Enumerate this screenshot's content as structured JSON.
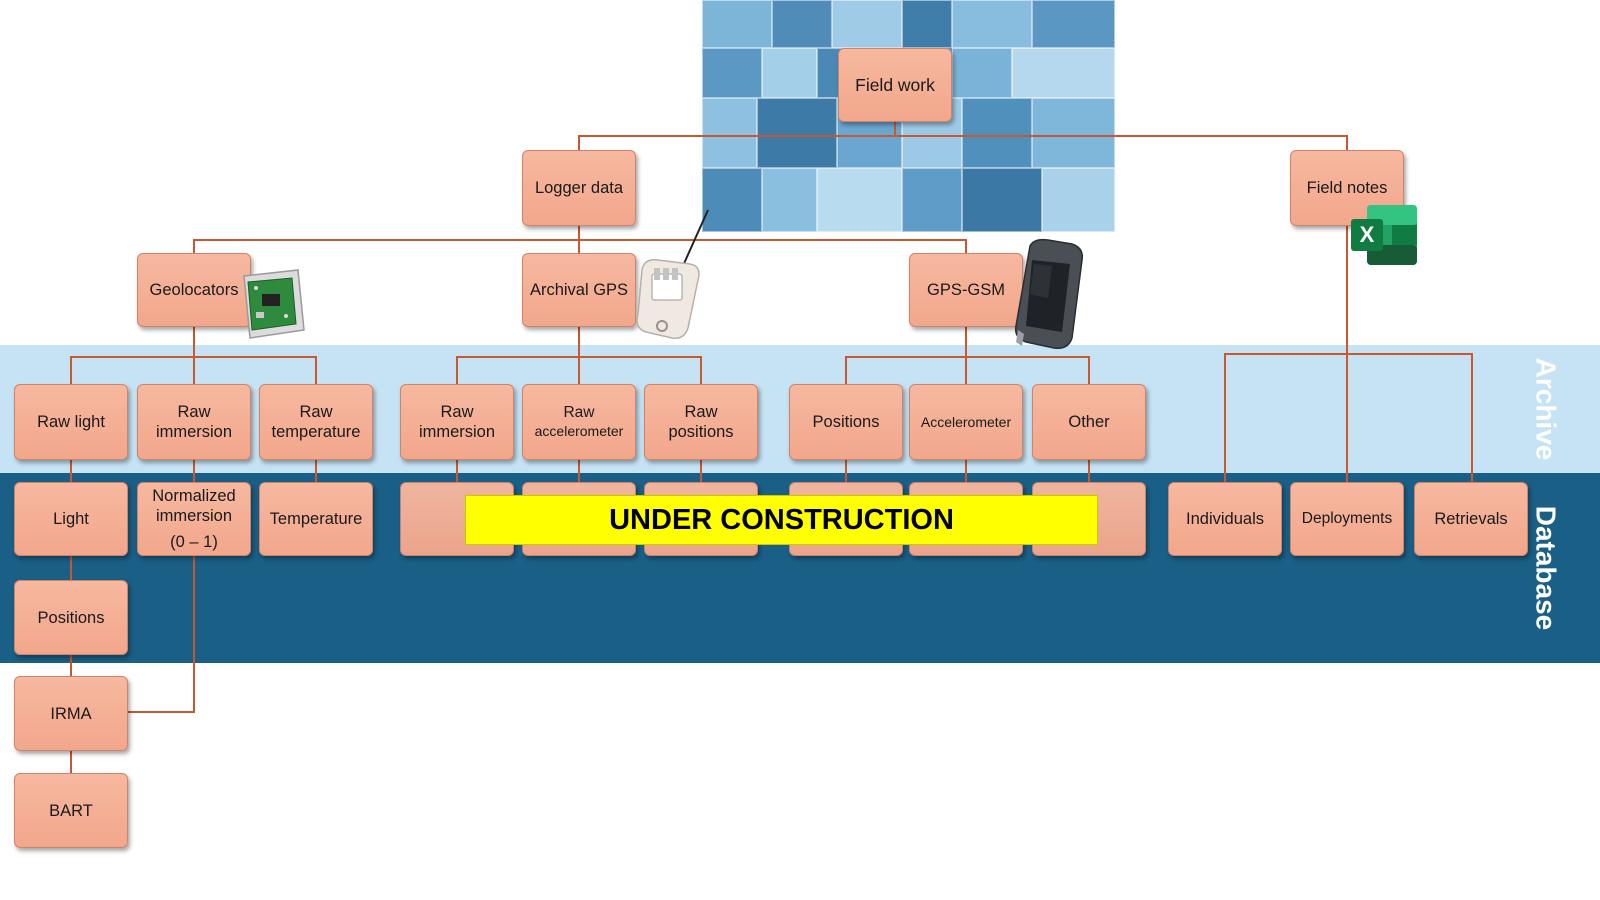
{
  "colors": {
    "node_fill": "#f4ad93",
    "node_border": "#d1836a",
    "connector": "#c8582e",
    "archive_band": "#c5e3f4",
    "database_band": "#1a5f86",
    "banner": "#ffff00"
  },
  "bands": {
    "archive": "Archive",
    "database": "Database"
  },
  "nodes": {
    "field_work": "Field work",
    "logger_data": "Logger data",
    "field_notes": "Field notes",
    "geolocators": "Geolocators",
    "archival_gps": "Archival GPS",
    "gps_gsm": "GPS-GSM",
    "raw_light": "Raw light",
    "raw_immersion_1": [
      "Raw",
      "immersion"
    ],
    "raw_temperature": [
      "Raw",
      "temperature"
    ],
    "raw_immersion_2": [
      "Raw",
      "immersion"
    ],
    "raw_accelerometer": [
      "Raw",
      "accelerometer"
    ],
    "raw_positions": [
      "Raw",
      "positions"
    ],
    "positions_gsm": "Positions",
    "accelerometer": "Accelerometer",
    "other": "Other",
    "light": "Light",
    "normalized_immersion": [
      "Normalized",
      "immersion",
      "(0 – 1)"
    ],
    "temperature": "Temperature",
    "individuals": "Individuals",
    "deployments": "Deployments",
    "retrievals": "Retrievals",
    "positions_db": "Positions",
    "irma": "IRMA",
    "bart": "BART"
  },
  "banner": "UNDER CONSTRUCTION",
  "icons": {
    "excel": "excel-icon",
    "excel_letter": "X",
    "geolocator": "geolocator-device-icon",
    "archival_gps": "archival-gps-device-icon",
    "gps_gsm": "gps-gsm-device-icon"
  }
}
